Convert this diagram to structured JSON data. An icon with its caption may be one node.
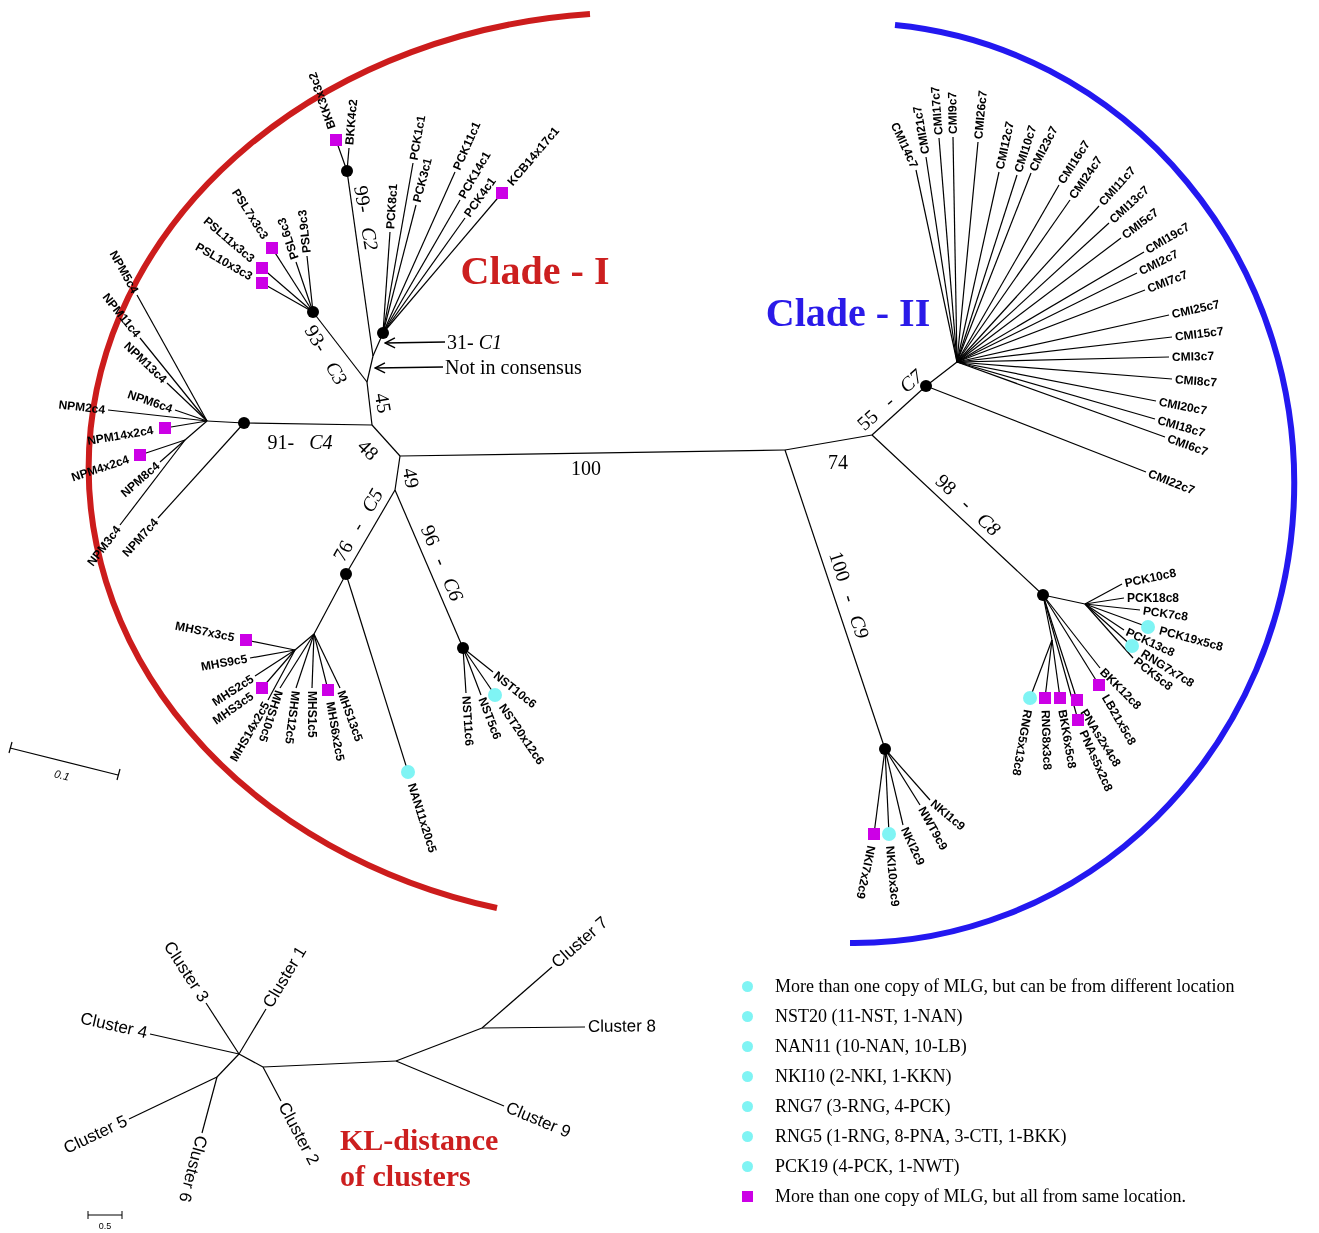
{
  "diagram": {
    "nodes": [
      {
        "text": [
          "31- *C1*"
        ]
      },
      {
        "text": [
          "Not in consensus"
        ]
      }
    ],
    "edges": [
      {
        "from": 0,
        "to": null,
        "arrow": "to"
      },
      {
        "from": 1,
        "to": null,
        "arrow": "to"
      }
    ],
    "labels": [
      "Clade - I",
      "BKK3x3c2",
      "BKK4c2",
      "PCK1c1",
      "PCK3c1",
      "PCK8c1",
      "PCK11c1",
      "PCK14c1",
      "PCK4c1",
      "KCB14x17c1",
      "PSL10x3c3",
      "PSL11x3c3",
      "PSL7x3c3",
      "PSL6c3",
      "PSL9c3",
      "99- *C2*",
      "93- *C3*",
      "45",
      "NPM5c4",
      "NPM11c4",
      "NPM13c4",
      "NPM6c4",
      "NPM2c4",
      "NPM14x2c4",
      "NPM4x2c4",
      "NPM8c4",
      "NPM3c4",
      "NPM7c4",
      "91- *C4*",
      "48",
      "100",
      "49",
      "76 - *C5*",
      "96 - *C6*",
      "MHS7x3c5",
      "MHS9c5",
      "MHS2c5",
      "MHS3c5",
      "MHS14x2c5",
      "MHS10c5",
      "MHS12c5",
      "MHS1c5",
      "MHS6x2c5",
      "MHS13c5",
      "NAN11x20c5",
      "NST11c6",
      "NST5c6",
      "NST20x12c6",
      "NST10c6",
      "0.1",
      "Clade - II",
      "CMI14c7",
      "CMI21c7",
      "CMI17c7",
      "CMI9c7",
      "CMI26c7",
      "CMI12c7",
      "CMI10c7",
      "CMI23c7",
      "CMI16c7",
      "CMI24c7",
      "CMI11c7",
      "CMI13c7",
      "CMI5c7",
      "CMI19c7",
      "CMI2c7",
      "CMI7c7",
      "CMI25c7",
      "CMI15c7",
      "CMI3c7",
      "CMI8c7",
      "CMI20c7",
      "CMI18c7",
      "CMI6c7",
      "CMI22c7",
      "55 - *C7*",
      "74",
      "98 - *C8*",
      "100 - *C9*",
      "PCK10c8",
      "PCK18c8",
      "PCK7c8",
      "PCK19x5c8",
      "PCK13c8",
      "RNG7x7c8",
      "PCK5c8",
      "RNG5x13c8",
      "RNG8x3c8",
      "BKK6x5c8",
      "PNAs5x2c8",
      "PNAs2x4c8",
      "LB21x5c8",
      "BKK12c8",
      "NKI7x2c9",
      "NKI10x3c9",
      "NKI2c9",
      "NWT9c9",
      "NKI1c9",
      "Cluster 3",
      "Cluster 1",
      "Cluster 4",
      "Cluster 7",
      "Cluster 8",
      "Cluster 5",
      "Cluster 6",
      "Cluster 2",
      "Cluster 9",
      "KL-distance of clusters",
      "0.5"
    ],
    "legend": [
      {
        "text": "More than one copy of MLG, but can be from different location",
        "color": "#7ff4f4"
      },
      {
        "text": "NST20 (11-NST, 1-NAN)",
        "color": "#7ff4f4"
      },
      {
        "text": "NAN11 (10-NAN, 10-LB)",
        "color": "#7ff4f4"
      },
      {
        "text": "NKI10 (2-NKI, 1-KKN)",
        "color": "#7ff4f4"
      },
      {
        "text": "RNG7 (3-RNG, 4-PCK)",
        "color": "#7ff4f4"
      },
      {
        "text": "RNG5 (1-RNG, 8-PNA, 3-CTI, 1-BKK)",
        "color": "#7ff4f4"
      },
      {
        "text": "PCK19 (4-PCK, 1-NWT)",
        "color": "#7ff4f4"
      },
      {
        "text": "More than one copy of MLG, but all from same location.",
        "color": "#cc00e6"
      }
    ]
  }
}
